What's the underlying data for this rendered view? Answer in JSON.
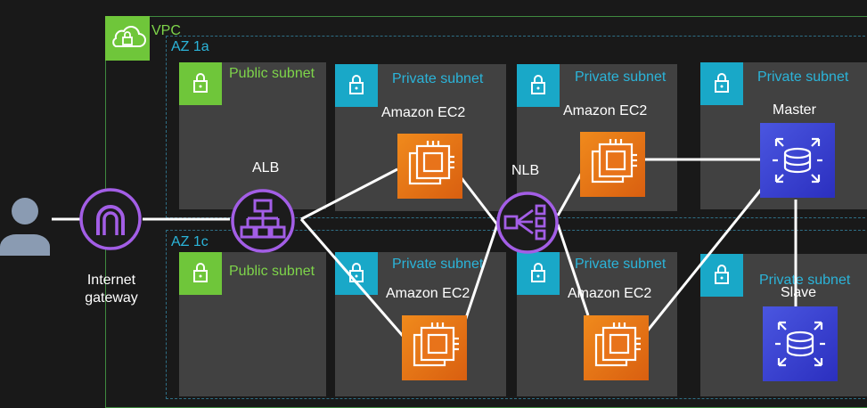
{
  "vpc": {
    "label": "VPC"
  },
  "az_a": {
    "label": "AZ 1a"
  },
  "az_c": {
    "label": "AZ 1c"
  },
  "subnets": {
    "a_public": "Public subnet",
    "a_private1": "Private subnet",
    "a_private2": "Private subnet",
    "a_private3": "Private subnet",
    "c_public": "Public subnet",
    "c_private1": "Private subnet",
    "c_private2": "Private subnet",
    "c_private3": "Private subnet"
  },
  "nodes": {
    "internet_gateway": "Internet\ngateway",
    "alb": "ALB",
    "nlb": "NLB",
    "ec2_a1": "Amazon EC2",
    "ec2_a2": "Amazon EC2",
    "ec2_c1": "Amazon EC2",
    "ec2_c2": "Amazon EC2",
    "master": "Master",
    "slave": "Slave"
  },
  "colors": {
    "public": "#7ed44a",
    "private": "#2bb4d9",
    "ec2": "#e8731a",
    "rds": "#3a43d6",
    "elb": "#a35ee6"
  },
  "icons": {
    "vpc": "cloud-lock-icon",
    "subnet": "lock-icon",
    "user": "user-icon",
    "igw": "internet-gateway-icon",
    "alb": "load-balancer-icon",
    "nlb": "network-load-balancer-icon",
    "ec2": "chip-icon",
    "rds": "database-icon"
  }
}
